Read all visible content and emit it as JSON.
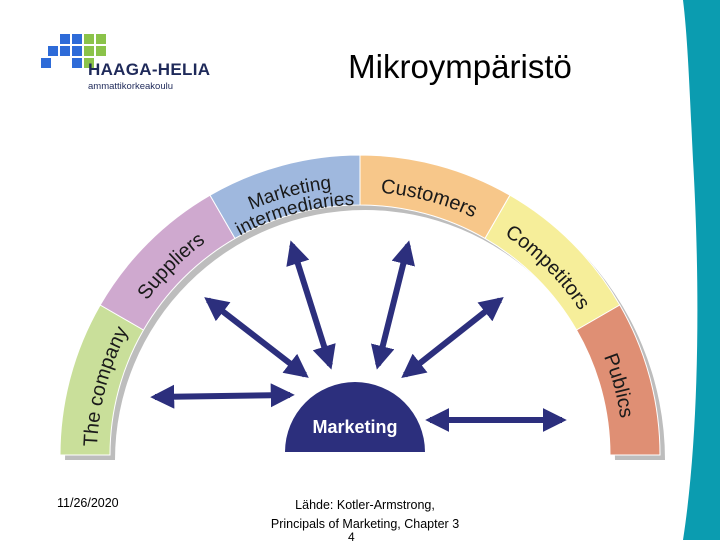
{
  "header": {
    "logo_name": "HAAGA-HELIA",
    "logo_subtitle": "ammattikorkeakoulu",
    "title": "Mikroympäristö"
  },
  "diagram": {
    "center_label": "Marketing",
    "segments": [
      {
        "label": "The company",
        "color": "#c9df9a"
      },
      {
        "label": "Suppliers",
        "color": "#cfa9cf"
      },
      {
        "label": "Marketing intermediaries",
        "line1": "Marketing",
        "line2": "intermediaries",
        "color": "#9fb8de"
      },
      {
        "label": "Customers",
        "color": "#f7c78a"
      },
      {
        "label": "Competitors",
        "color": "#f6ee9a"
      },
      {
        "label": "Publics",
        "color": "#df8f74"
      }
    ],
    "colors": {
      "center": "#2c2f7d",
      "arrows": "#2c2f7d",
      "accent_band": "#0b9cb0"
    }
  },
  "footer": {
    "date": "11/26/2020",
    "source_line1": "Lähde: Kotler-Armstrong,",
    "source_line2": "Principals of Marketing, Chapter 3",
    "page": "4"
  }
}
